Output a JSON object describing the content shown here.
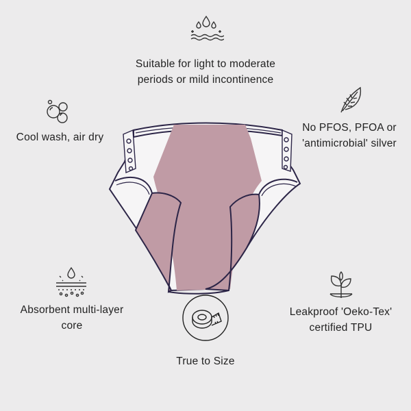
{
  "features": {
    "light_periods": {
      "label": "Suitable for light to moderate periods or mild incontinence",
      "icon": "water-drops-icon"
    },
    "cool_wash": {
      "label": "Cool wash, air dry",
      "icon": "bubbles-icon"
    },
    "no_pfos": {
      "label": "No PFOS, PFOA or 'antimicrobial' silver",
      "icon": "leaf-icon"
    },
    "absorbent": {
      "label": "Absorbent multi-layer core",
      "icon": "absorbent-layers-icon"
    },
    "leakproof": {
      "label": "Leakproof 'Oeko-Tex' certified TPU",
      "icon": "sprout-icon"
    },
    "true_to_size": {
      "label": "True to Size",
      "icon": "measuring-tape-icon"
    }
  },
  "colors": {
    "background": "#ecebec",
    "panel_mauve": "#c09ba5",
    "outline_navy": "#2c2547"
  }
}
